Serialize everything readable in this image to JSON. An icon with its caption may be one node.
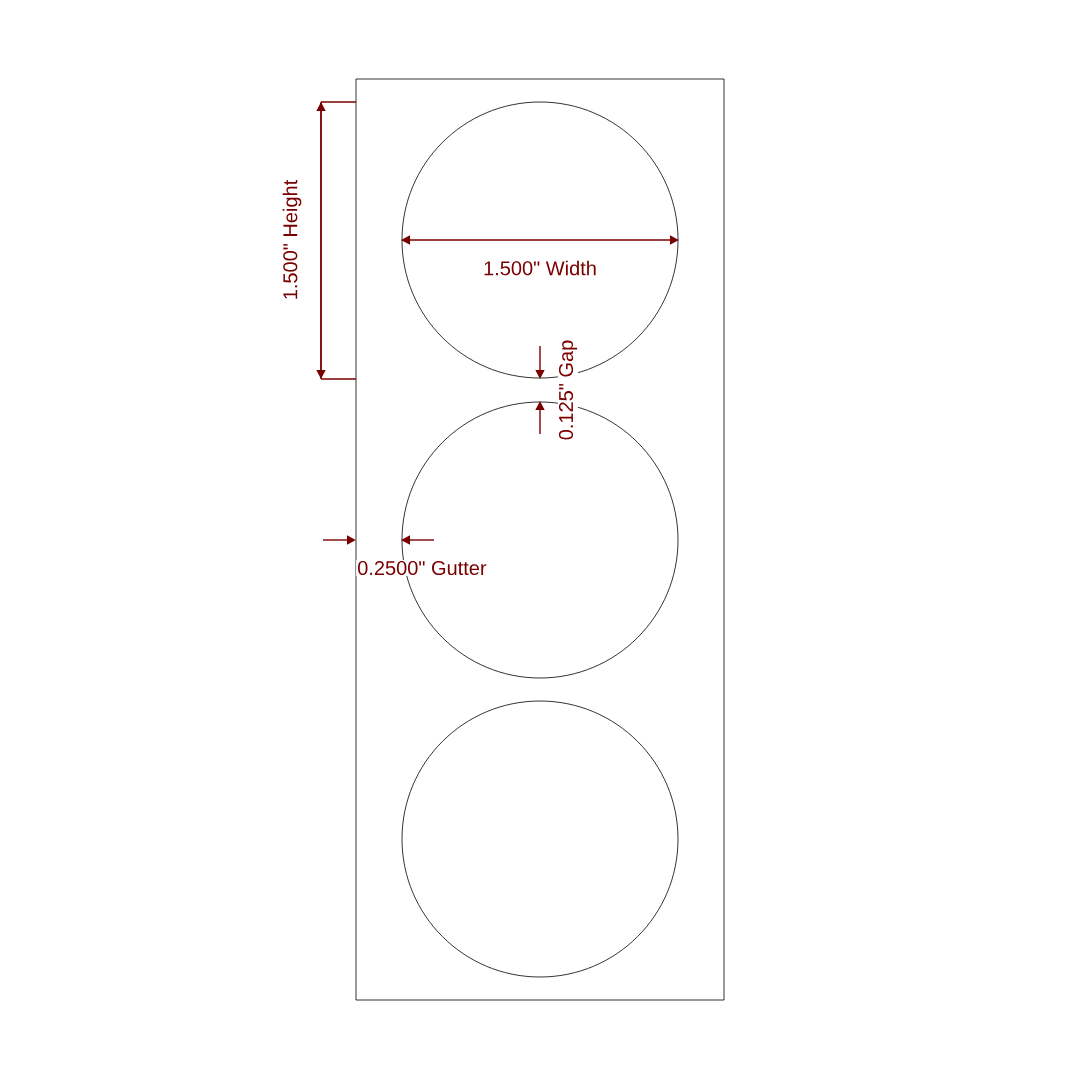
{
  "diagram": {
    "nodes": [
      {
        "text": [],
        "shape": "box"
      },
      {
        "text": [],
        "shape": "circle",
        "in": 0
      },
      {
        "text": [],
        "shape": "circle",
        "in": 0
      },
      {
        "text": [],
        "shape": "circle",
        "in": 0
      }
    ],
    "labels": [
      "1.500\" Height",
      "1.500\" Width",
      "0.125\" Gap",
      "0.2500\" Gutter"
    ]
  }
}
